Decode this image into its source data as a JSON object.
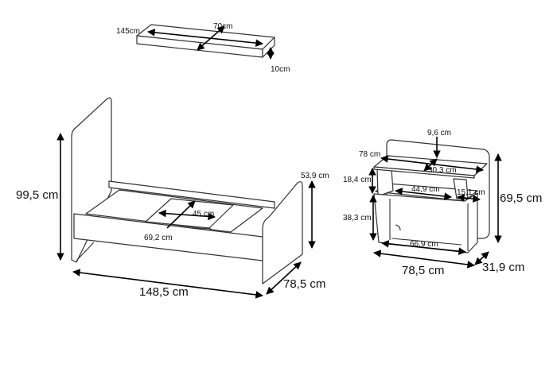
{
  "shelf": {
    "depth": "145cm",
    "width": "70cm",
    "thickness": "10cm"
  },
  "bed": {
    "height": "99,5 cm",
    "footboard_height": "53,9 cm",
    "slat_width": "45 cm",
    "slat_length": "69,2 cm",
    "length": "148,5 cm",
    "depth": "78,5 cm"
  },
  "desk": {
    "backboard_height": "9,6 cm",
    "top_width": "78 cm",
    "top_depth": "30,3 cm",
    "shelf_gap": "18,4 cm",
    "shelf_width": "44,9 cm",
    "small_shelf_width": "15,1 cm",
    "height": "69,5 cm",
    "lower_height": "38,3 cm",
    "inner_width": "66,9 cm",
    "width": "78,5 cm",
    "depth": "31,9 cm"
  }
}
